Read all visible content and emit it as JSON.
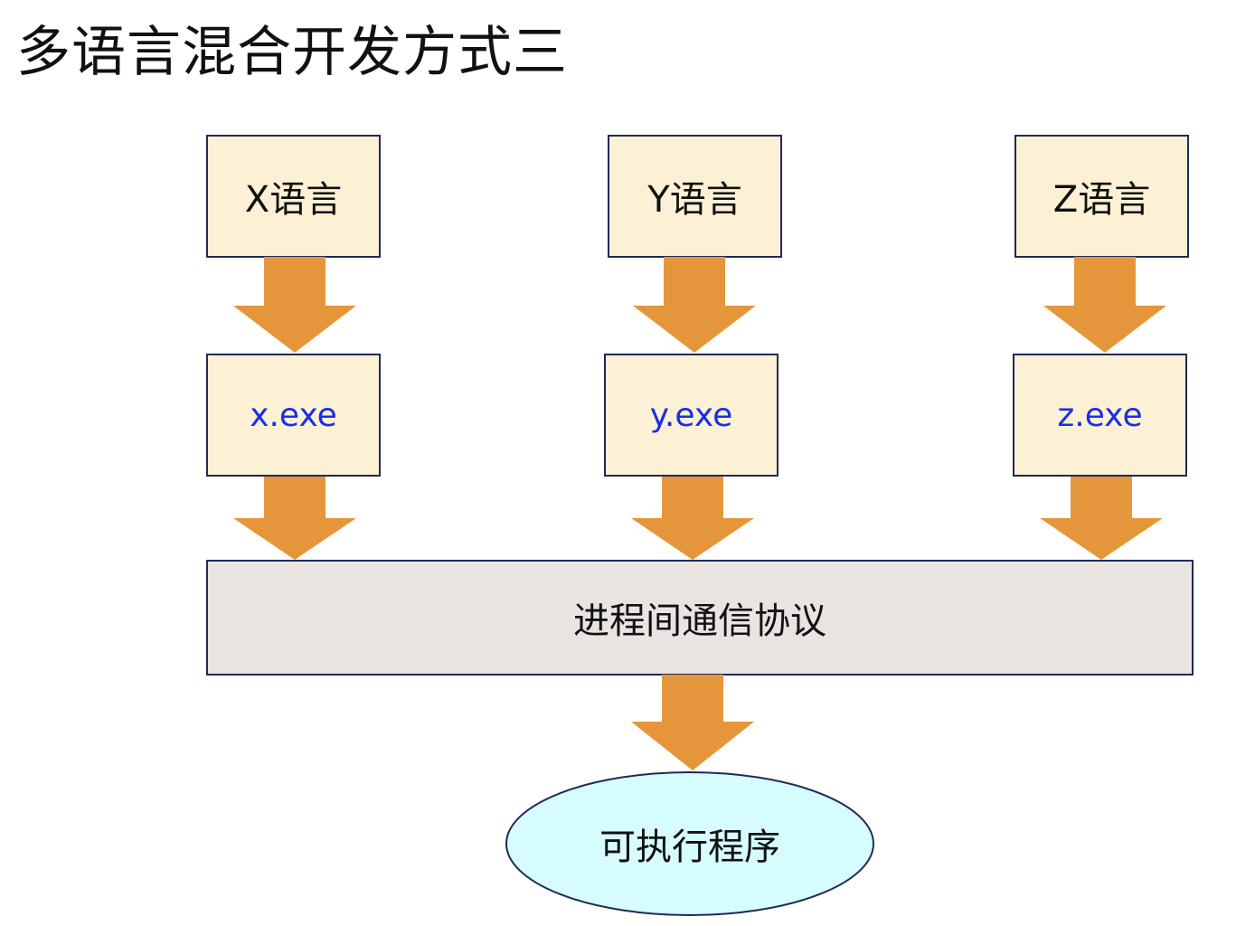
{
  "title": "多语言混合开发方式三",
  "languages": [
    {
      "label": "X语言",
      "exe": "x.exe"
    },
    {
      "label": "Y语言",
      "exe": "y.exe"
    },
    {
      "label": "Z语言",
      "exe": "z.exe"
    }
  ],
  "protocol": "进程间通信协议",
  "executable": "可执行程序",
  "colors": {
    "box_fill": "#fcf1d4",
    "box_border": "#1f2a5a",
    "arrow_fill": "#e6963a",
    "protocol_fill": "#e9e4e1",
    "ellipse_fill": "#d6fcfd",
    "exe_text": "#1a2dea"
  }
}
